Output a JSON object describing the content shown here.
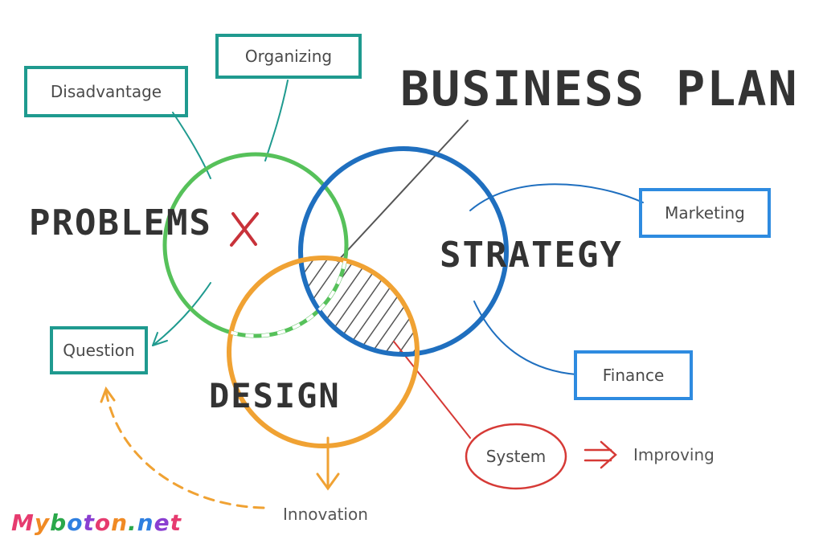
{
  "title": "BUSINESS PLAN",
  "circles": {
    "problems": "PROBLEMS",
    "strategy": "STRATEGY",
    "design": "DESIGN"
  },
  "labels": {
    "disadvantage": "Disadvantage",
    "organizing": "Organizing",
    "question": "Question",
    "marketing": "Marketing",
    "finance": "Finance",
    "system": "System",
    "improving": "Improving",
    "innovation": "Innovation"
  },
  "problems_mark": "X",
  "watermark": "Myboton.net",
  "colors": {
    "teal": "#1f9a8f",
    "green": "#56c15a",
    "blue": "#1f6fbf",
    "orange": "#f0a233",
    "red": "#d63a36",
    "text": "#333333"
  }
}
